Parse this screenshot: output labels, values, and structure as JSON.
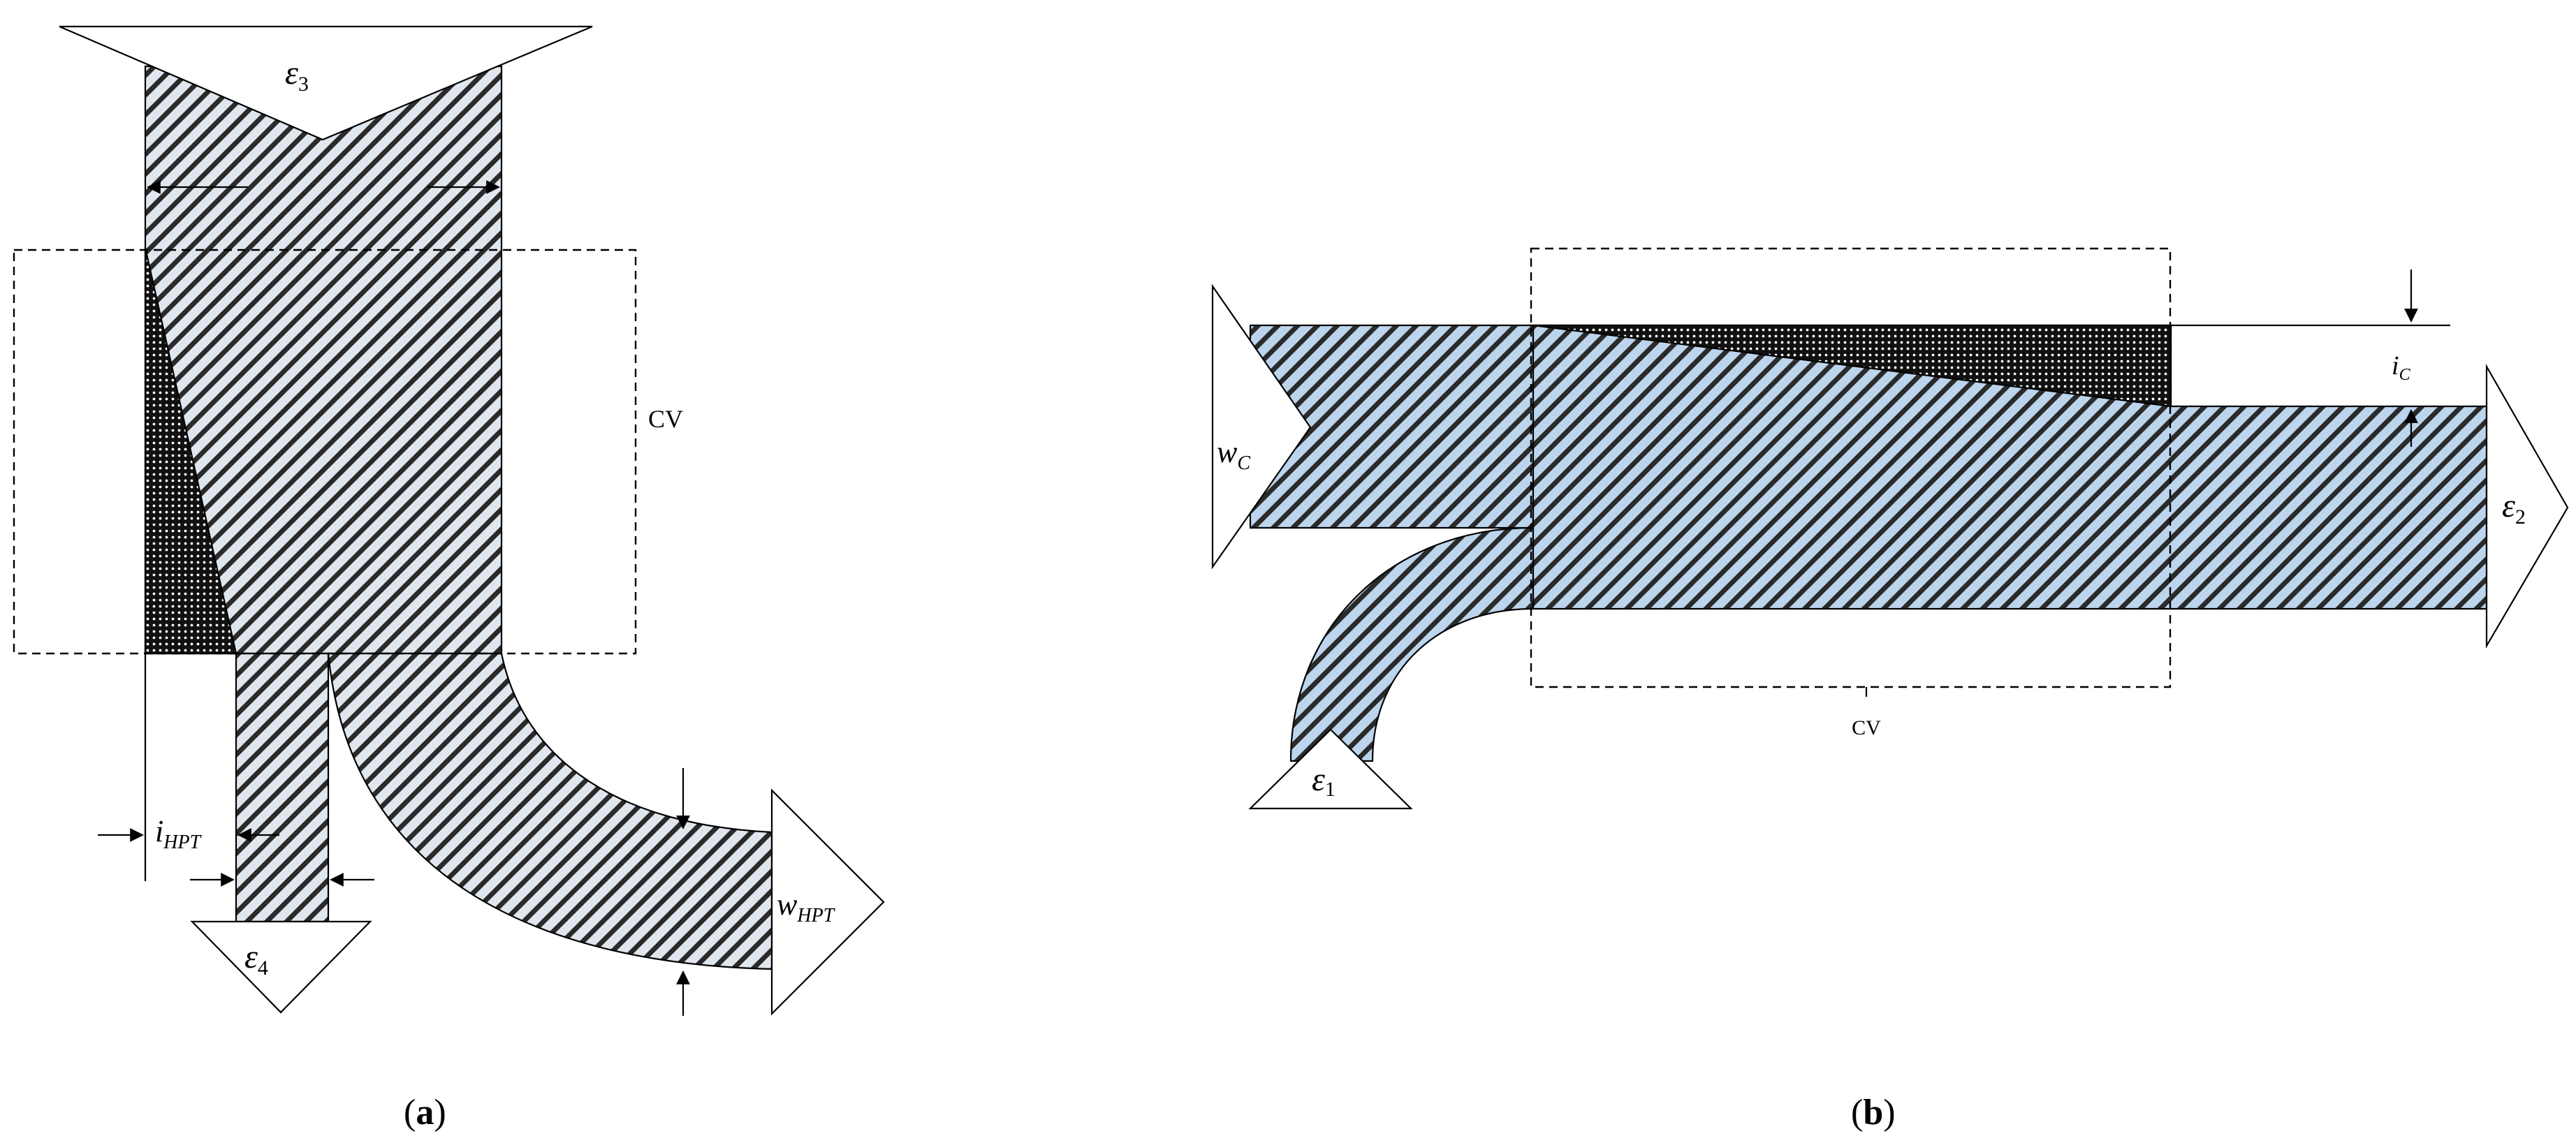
{
  "panels": {
    "a": {
      "label_open": "(",
      "label_letter": "a",
      "label_close": ")",
      "control_volume_label": "CV",
      "epsilon_in": {
        "symbol": "ε",
        "subscript": "3"
      },
      "epsilon_out": {
        "symbol": "ε",
        "subscript": "4"
      },
      "work_output": {
        "symbol": "w",
        "subscript": "HPT"
      },
      "irreversibility": {
        "symbol": "i",
        "subscript": "HPT"
      }
    },
    "b": {
      "label_open": "(",
      "label_letter": "b",
      "label_close": ")",
      "control_volume_label": "CV",
      "work_input": {
        "symbol": "w",
        "subscript": "C"
      },
      "epsilon_in": {
        "symbol": "ε",
        "subscript": "1"
      },
      "epsilon_out": {
        "symbol": "ε",
        "subscript": "2"
      },
      "irreversibility": {
        "symbol": "i",
        "subscript": "C"
      }
    }
  },
  "colors": {
    "grey_fill": "#dfe6ee",
    "blue_fill": "#bcd4ec",
    "hatch": "#2a2a2a",
    "outline": "#000000",
    "dots": "#111111"
  }
}
